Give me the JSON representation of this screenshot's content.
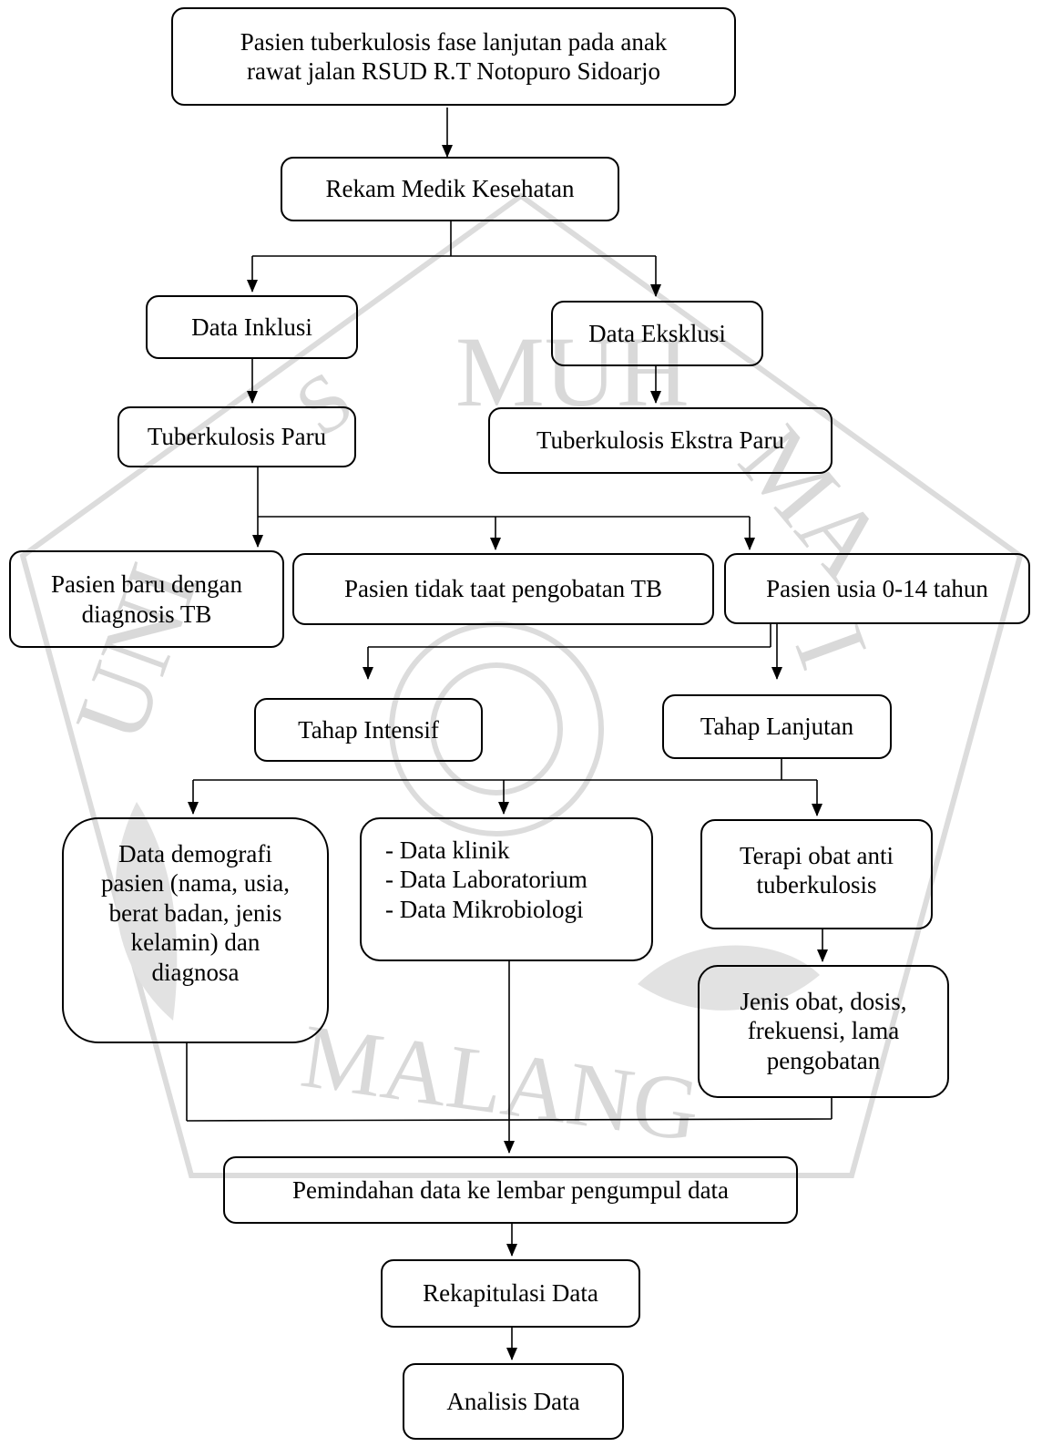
{
  "watermark": {
    "text_top": "MUH",
    "text_bottom": "MALANG",
    "text_left_top": "S",
    "text_left": "UNI",
    "text_right": "MA",
    "text_right_lower": "I"
  },
  "nodes": {
    "pasien_tb": {
      "lines": [
        "Pasien tuberkulosis fase lanjutan pada anak",
        "rawat jalan RSUD R.T Notopuro Sidoarjo"
      ]
    },
    "rekam_medik": {
      "lines": [
        "Rekam Medik Kesehatan"
      ]
    },
    "data_inklusi": {
      "lines": [
        "Data Inklusi"
      ]
    },
    "data_eksklusi": {
      "lines": [
        "Data Eksklusi"
      ]
    },
    "tb_paru": {
      "lines": [
        "Tuberkulosis Paru"
      ]
    },
    "tb_ekstra_paru": {
      "lines": [
        "Tuberkulosis Ekstra Paru"
      ]
    },
    "pasien_baru": {
      "lines": [
        "Pasien baru dengan",
        "diagnosis TB"
      ]
    },
    "pasien_tidak_taat": {
      "lines": [
        "Pasien tidak taat pengobatan TB"
      ]
    },
    "pasien_usia": {
      "lines": [
        "Pasien usia 0-14 tahun"
      ]
    },
    "tahap_intensif": {
      "lines": [
        "Tahap Intensif"
      ]
    },
    "tahap_lanjutan": {
      "lines": [
        "Tahap Lanjutan"
      ]
    },
    "data_demografi": {
      "lines": [
        "Data demografi",
        "pasien (nama, usia,",
        "berat badan, jenis",
        "kelamin) dan",
        "diagnosa"
      ]
    },
    "data_klinik": {
      "lines": [
        "- Data klinik",
        "- Data Laboratorium",
        "- Data Mikrobiologi"
      ]
    },
    "terapi_obat": {
      "lines": [
        "Terapi obat anti",
        "tuberkulosis"
      ]
    },
    "jenis_obat": {
      "lines": [
        "Jenis obat, dosis,",
        "frekuensi, lama",
        "pengobatan"
      ]
    },
    "pemindahan_data": {
      "lines": [
        "Pemindahan data ke lembar pengumpul data"
      ]
    },
    "rekapitulasi": {
      "lines": [
        "Rekapitulasi Data"
      ]
    },
    "analisis": {
      "lines": [
        "Analisis Data"
      ]
    }
  }
}
